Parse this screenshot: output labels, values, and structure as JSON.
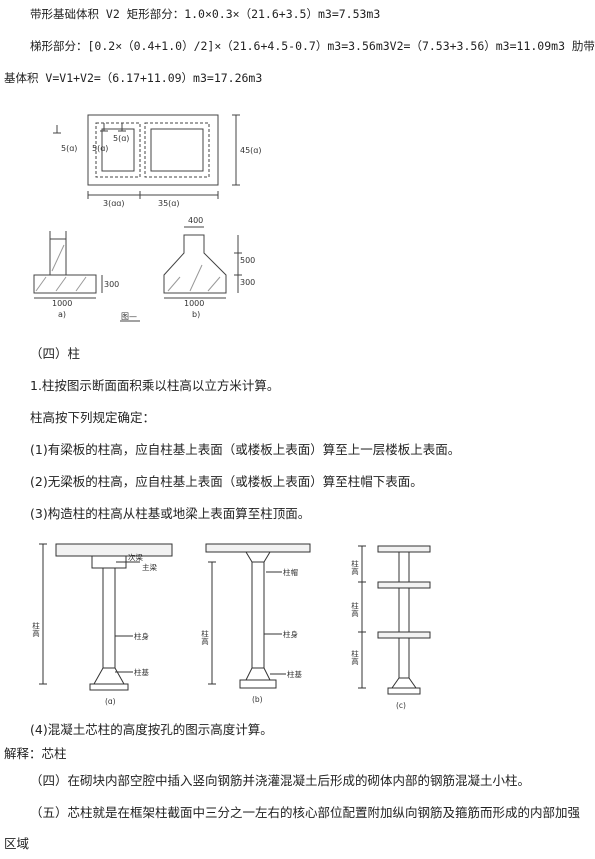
{
  "formulas": {
    "line1": "带形基础体积 V2 矩形部分：1.0×0.3×（21.6+3.5）m3=7.53m3",
    "line2": "梯形部分：[0.2×（0.4+1.0）/2]×（21.6+4.5-0.7）m3=3.56m3V2=（7.53+3.56）m3=11.09m3 肋带",
    "line3": "基体积 V=V1+V2=（6.17+11.09）m3=17.26m3"
  },
  "figure1": {
    "plan_labels": [
      "5(ɑ)",
      "5(ɑ)",
      "5(ɑ)"
    ],
    "dim_bottom_left": "3(ɑɑ)",
    "dim_bottom_right": "35(ɑ)",
    "dim_right": "45(ɑ)",
    "section_a_dim_width": "1000",
    "section_a_dim_height": "300",
    "section_b_dim_top": "400",
    "section_b_dim_width": "1000",
    "section_b_dim_height1": "300",
    "section_b_dim_height2": "500",
    "label_a": "a)",
    "label_b": "b)",
    "caption": "图—"
  },
  "section": {
    "heading": "（四）柱",
    "p1": "1.柱按图示断面面积乘以柱高以立方米计算。",
    "p2": "柱高按下列规定确定：",
    "p3": "(1)有梁板的柱高，应自柱基上表面（或楼板上表面）算至上一层楼板上表面。",
    "p4": "(2)无梁板的柱高，应自柱基上表面（或楼板上表面）算至柱帽下表面。",
    "p5": "(3)构造柱的柱高从柱基或地梁上表面算至柱顶面。"
  },
  "figure2": {
    "a": {
      "beam": "次梁",
      "main_beam": "主梁",
      "height": "柱高",
      "shaft": "柱身",
      "base": "柱基",
      "label": "(ɑ)"
    },
    "b": {
      "cap": "柱帽",
      "height": "柱高",
      "shaft": "柱身",
      "base": "柱基",
      "label": "(b)"
    },
    "c": {
      "h1": "柱高",
      "h2": "柱高",
      "h3": "柱高",
      "label": "(c)"
    }
  },
  "after": {
    "p6": "(4)混凝土芯柱的高度按孔的图示高度计算。",
    "p7": "解释：芯柱",
    "p8": "（四）在砌块内部空腔中插入竖向钢筋并浇灌混凝土后形成的砌体内部的钢筋混凝土小柱。",
    "p9": "（五）芯柱就是在框架柱截面中三分之一左右的核心部位配置附加纵向钢筋及箍筋而形成的内部加强",
    "p10": "区域"
  }
}
